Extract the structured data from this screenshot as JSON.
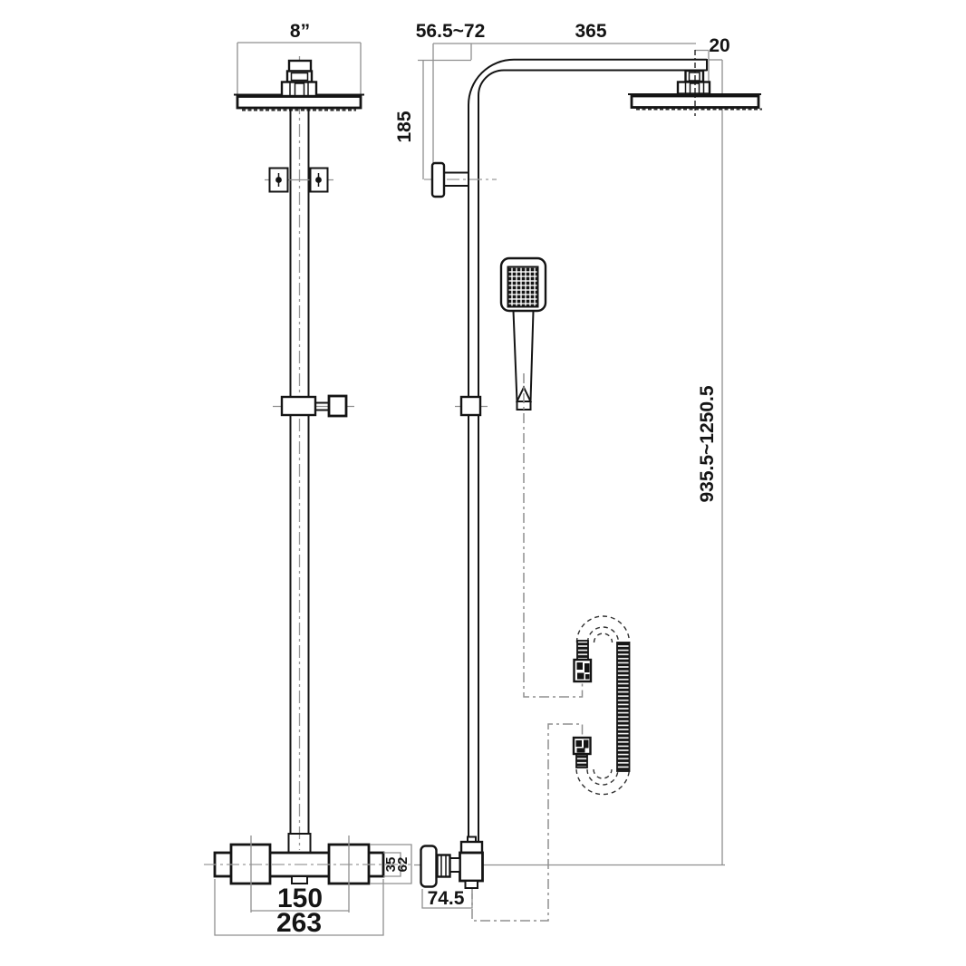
{
  "drawing": {
    "type": "technical dimensional drawing",
    "subject": "thermostatic shower column with overhead shower, hand shower and flexible hose",
    "background_color": "#ffffff",
    "line_color": "#141414",
    "dimension_color": "#8f8f8f"
  },
  "dimensions": {
    "front_view": {
      "head_width": "8”",
      "handle_spacing": "150",
      "valve_width": "263",
      "valve_body_height": "35",
      "valve_overall_height": "62"
    },
    "side_view": {
      "wall_clearance": "56.5~72",
      "arm_reach": "365",
      "head_offset": "20",
      "arm_drop": "185",
      "riser_height": "935.5~1250.5",
      "valve_depth": "74.5"
    }
  }
}
